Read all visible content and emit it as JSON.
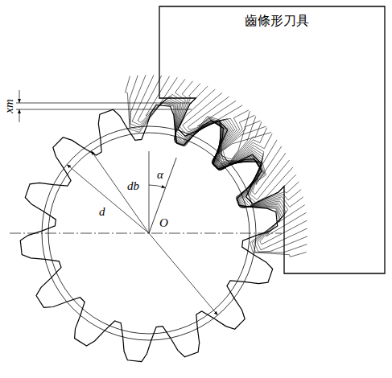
{
  "diagram": {
    "nodes": [
      {
        "text": [
          "齒條形刀具"
        ]
      }
    ],
    "labels": [
      "xm",
      "α",
      "db",
      "d",
      "O"
    ]
  }
}
